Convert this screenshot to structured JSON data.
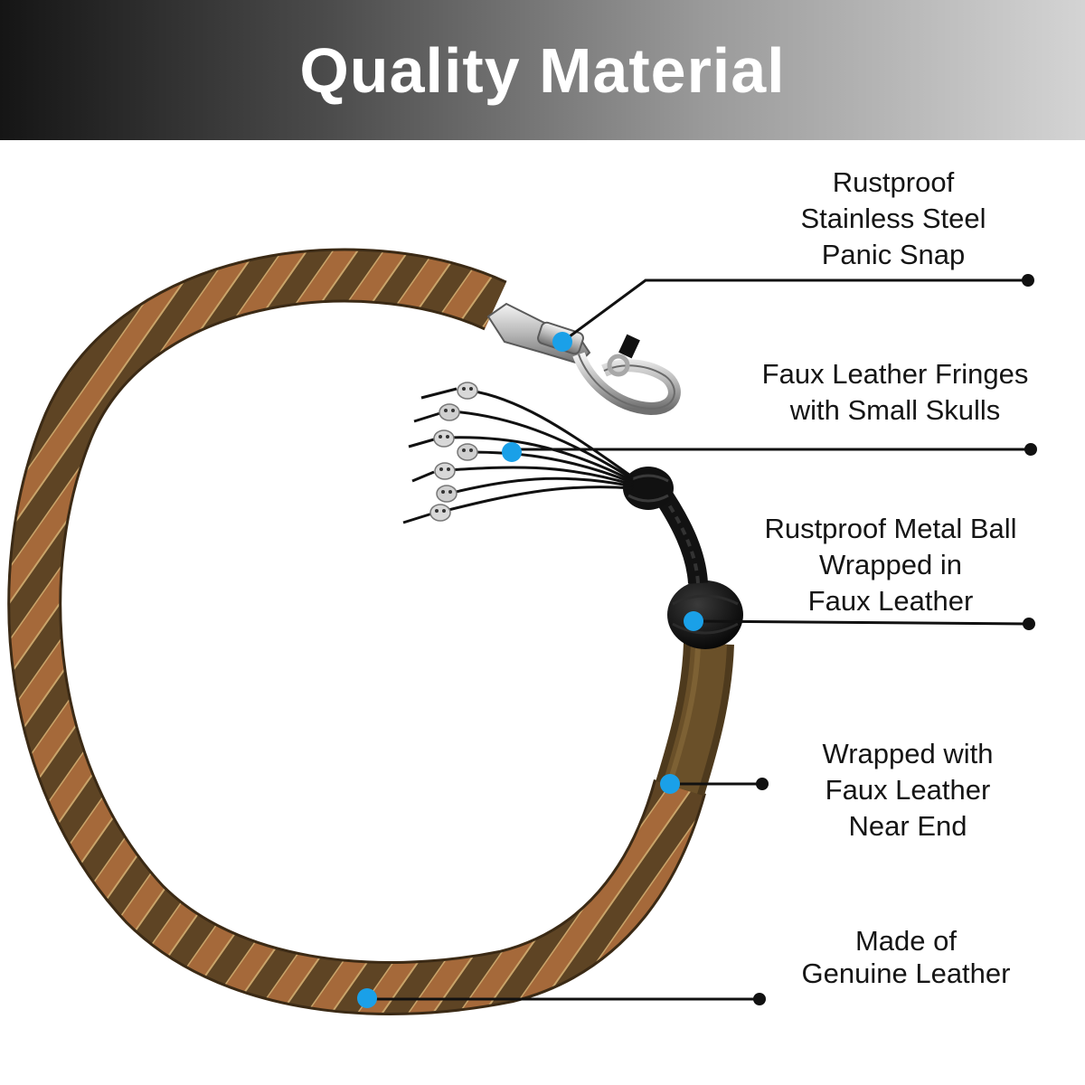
{
  "header": {
    "title": "Quality Material"
  },
  "colors": {
    "leather_light": "#a5693a",
    "leather_dark": "#5e4424",
    "lacing": "#c9a46a",
    "marker_dot": "#1aa0e8",
    "leader_line": "#111111"
  },
  "callouts": [
    {
      "id": "panic-snap",
      "lines": [
        "Rustproof",
        "Stainless Steel",
        "Panic Snap"
      ]
    },
    {
      "id": "fringes",
      "lines": [
        "Faux Leather Fringes",
        "with Small Skulls"
      ]
    },
    {
      "id": "metal-ball",
      "lines": [
        "Rustproof Metal Ball",
        "Wrapped in",
        "Faux Leather"
      ]
    },
    {
      "id": "wrapped-end",
      "lines": [
        "Wrapped with",
        "Faux Leather",
        "Near End"
      ]
    },
    {
      "id": "genuine-leather",
      "lines": [
        "Made of",
        "Genuine Leather"
      ]
    }
  ]
}
